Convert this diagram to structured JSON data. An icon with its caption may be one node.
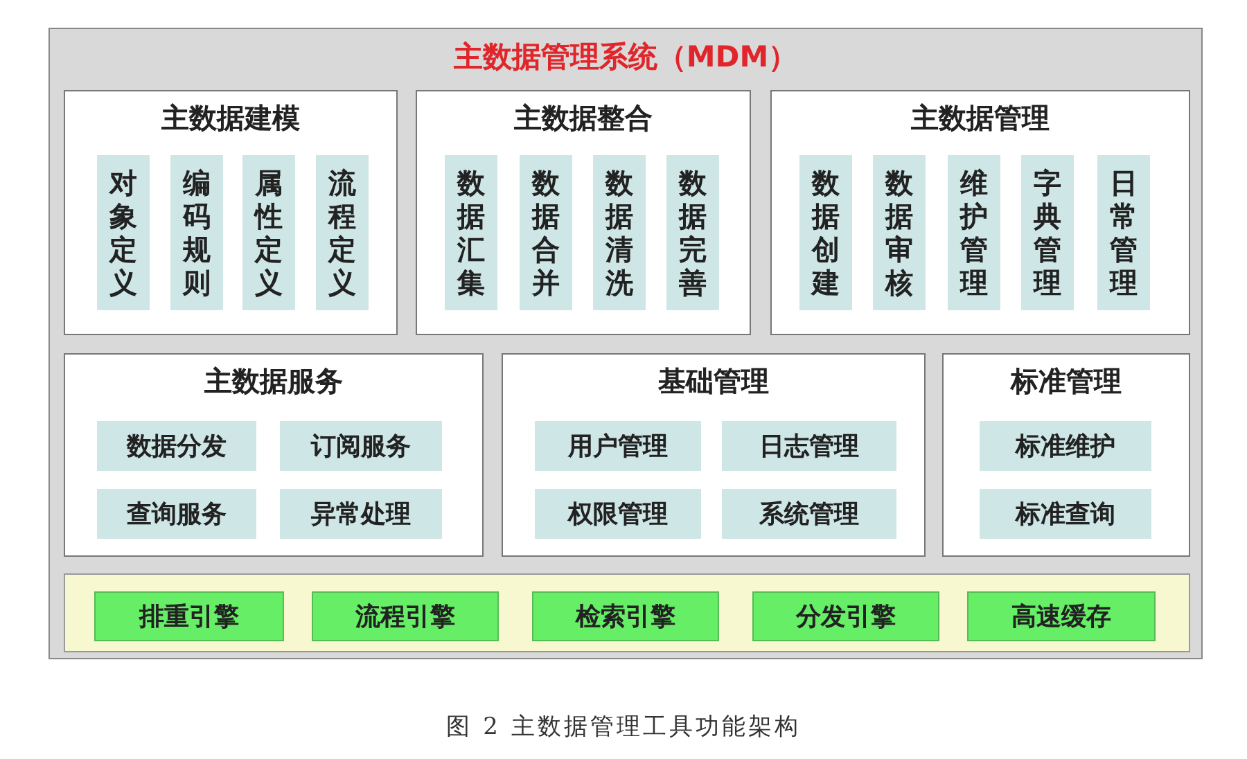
{
  "diagram": {
    "caption": "图 2 主数据管理工具功能架构",
    "nodes": [
      {
        "text": [
          "主数据管理系统（MDM）"
        ]
      },
      {
        "text": [
          "主数据建模"
        ],
        "in": 0
      },
      {
        "text": [
          "对象定义"
        ],
        "in": 1
      },
      {
        "text": [
          "编码规则"
        ],
        "in": 1
      },
      {
        "text": [
          "属性定义"
        ],
        "in": 1
      },
      {
        "text": [
          "流程定义"
        ],
        "in": 1
      },
      {
        "text": [
          "主数据整合"
        ],
        "in": 0
      },
      {
        "text": [
          "数据汇集"
        ],
        "in": 6
      },
      {
        "text": [
          "数据合并"
        ],
        "in": 6
      },
      {
        "text": [
          "数据清洗"
        ],
        "in": 6
      },
      {
        "text": [
          "数据完善"
        ],
        "in": 6
      },
      {
        "text": [
          "主数据管理"
        ],
        "in": 0
      },
      {
        "text": [
          "数据创建"
        ],
        "in": 11
      },
      {
        "text": [
          "数据审核"
        ],
        "in": 11
      },
      {
        "text": [
          "维护管理"
        ],
        "in": 11
      },
      {
        "text": [
          "字典管理"
        ],
        "in": 11
      },
      {
        "text": [
          "日常管理"
        ],
        "in": 11
      },
      {
        "text": [
          "主数据服务"
        ],
        "in": 0
      },
      {
        "text": [
          "数据分发"
        ],
        "in": 17
      },
      {
        "text": [
          "订阅服务"
        ],
        "in": 17
      },
      {
        "text": [
          "查询服务"
        ],
        "in": 17
      },
      {
        "text": [
          "异常处理"
        ],
        "in": 17
      },
      {
        "text": [
          "基础管理"
        ],
        "in": 0
      },
      {
        "text": [
          "用户管理"
        ],
        "in": 22
      },
      {
        "text": [
          "日志管理"
        ],
        "in": 22
      },
      {
        "text": [
          "权限管理"
        ],
        "in": 22
      },
      {
        "text": [
          "系统管理"
        ],
        "in": 22
      },
      {
        "text": [
          "标准管理"
        ],
        "in": 0
      },
      {
        "text": [
          "标准维护"
        ],
        "in": 27
      },
      {
        "text": [
          "标准查询"
        ],
        "in": 27
      },
      {
        "text": [],
        "shape": "box",
        "in": 0
      },
      {
        "text": [
          "排重引擎"
        ],
        "in": 30
      },
      {
        "text": [
          "流程引擎"
        ],
        "in": 30
      },
      {
        "text": [
          "检索引擎"
        ],
        "in": 30
      },
      {
        "text": [
          "分发引擎"
        ],
        "in": 30
      },
      {
        "text": [
          "高速缓存"
        ],
        "in": 30
      }
    ]
  }
}
